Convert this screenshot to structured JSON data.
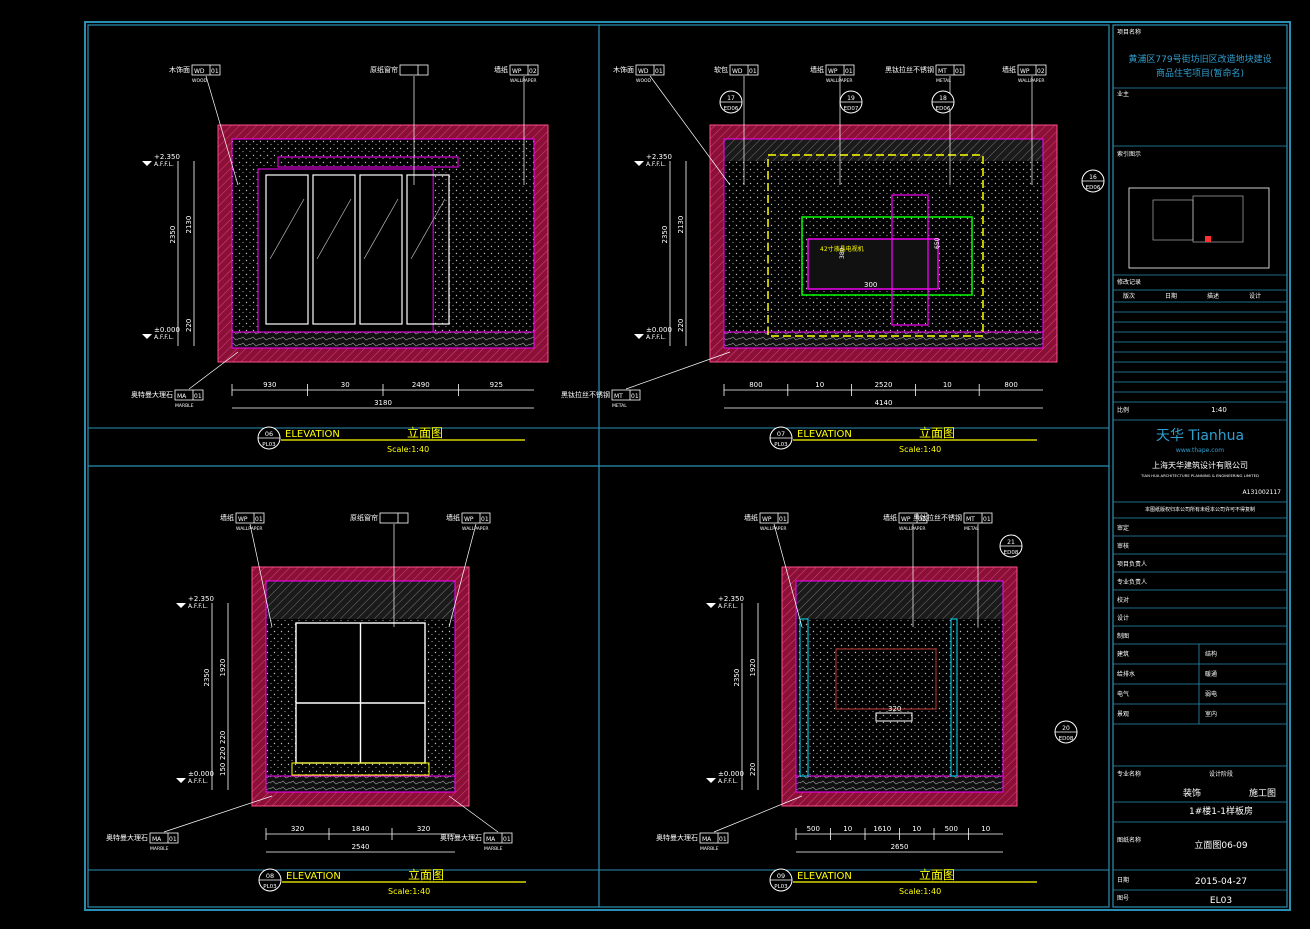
{
  "colors": {
    "background": "#000000",
    "frame": "#2b8fb4",
    "wall_hatch": "#c2185b",
    "dim": "#ffffff",
    "yellow": "#ffff00",
    "green": "#00ff00",
    "magenta": "#ff00ff",
    "cyan": "#00e5ff",
    "title_blue": "#2f9fd0"
  },
  "elevations": [
    {
      "id": "06",
      "sheet": "PL03",
      "title_en": "ELEVATION",
      "title_cn": "立面图",
      "scale": "Scale:1:40",
      "level_top": "+2.350",
      "level_bottom": "±0.000",
      "afl": "A.F.F.L.",
      "widths": [
        "930",
        "30",
        "2490",
        "925"
      ],
      "total_width": "3180",
      "heights": [
        "2350",
        "2130",
        "220"
      ],
      "tags": [
        {
          "code": "WD",
          "num": "01",
          "label": "木饰面",
          "sub": "WOOD"
        },
        {
          "code": "",
          "num": "",
          "label": "原纸窗帘",
          "sub": ""
        },
        {
          "code": "WP",
          "num": "02",
          "label": "墙纸",
          "sub": "WALLPAPER"
        },
        {
          "code": "MA",
          "num": "01",
          "label": "奥特曼大理石",
          "sub": "MARBLE"
        }
      ]
    },
    {
      "id": "07",
      "sheet": "PL03",
      "title_en": "ELEVATION",
      "title_cn": "立面图",
      "scale": "Scale:1:40",
      "level_top": "+2.350",
      "level_bottom": "±0.000",
      "afl": "A.F.F.L.",
      "widths": [
        "800",
        "10",
        "2520",
        "10",
        "800"
      ],
      "total_width": "4140",
      "heights": [
        "2350",
        "2130",
        "220"
      ],
      "inner_dims": [
        "300",
        "380",
        "650"
      ],
      "tags": [
        {
          "code": "WD",
          "num": "01",
          "label": "木饰面",
          "sub": "WOOD"
        },
        {
          "code": "WD",
          "num": "01",
          "label": "软包",
          "sub": ""
        },
        {
          "code": "WP",
          "num": "01",
          "label": "墙纸",
          "sub": "WALLPAPER"
        },
        {
          "code": "MT",
          "num": "01",
          "label": "黑钛拉丝不锈钢",
          "sub": "METAL"
        },
        {
          "code": "WP",
          "num": "02",
          "label": "墙纸",
          "sub": "WALLPAPER"
        },
        {
          "code": "MT",
          "num": "01",
          "label": "黑钛拉丝不锈钢",
          "sub": "METAL"
        }
      ],
      "callouts": [
        {
          "num": "17",
          "ref": "ED06"
        },
        {
          "num": "19",
          "ref": "ED07"
        },
        {
          "num": "18",
          "ref": "ED06"
        },
        {
          "num": "16",
          "ref": "ED06"
        }
      ],
      "note": "42寸液晶电视机"
    },
    {
      "id": "08",
      "sheet": "PL03",
      "title_en": "ELEVATION",
      "title_cn": "立面图",
      "scale": "Scale:1:40",
      "level_top": "+2.350",
      "level_bottom": "±0.000",
      "afl": "A.F.F.L.",
      "widths": [
        "320",
        "1840",
        "320"
      ],
      "total_width": "2540",
      "heights": [
        "2350",
        "1920",
        "150",
        "220",
        "220"
      ],
      "tags": [
        {
          "code": "WP",
          "num": "01",
          "label": "墙纸",
          "sub": "WALLPAPER"
        },
        {
          "code": "",
          "num": "",
          "label": "原纸窗帘",
          "sub": ""
        },
        {
          "code": "WP",
          "num": "01",
          "label": "墙纸",
          "sub": "WALLPAPER"
        },
        {
          "code": "MA",
          "num": "01",
          "label": "奥特曼大理石",
          "sub": "MARBLE"
        },
        {
          "code": "MA",
          "num": "01",
          "label": "奥特曼大理石",
          "sub": "MARBLE"
        }
      ]
    },
    {
      "id": "09",
      "sheet": "PL03",
      "title_en": "ELEVATION",
      "title_cn": "立面图",
      "scale": "Scale:1:40",
      "level_top": "+2.350",
      "level_bottom": "±0.000",
      "afl": "A.F.F.L.",
      "widths": [
        "500",
        "10",
        "1610",
        "10",
        "500",
        "10"
      ],
      "total_width": "2650",
      "heights": [
        "2350",
        "1920",
        "220"
      ],
      "inner_dims": [
        "320"
      ],
      "tags": [
        {
          "code": "WP",
          "num": "01",
          "label": "墙纸",
          "sub": "WALLPAPER"
        },
        {
          "code": "WP",
          "num": "01",
          "label": "墙纸",
          "sub": "WALLPAPER"
        },
        {
          "code": "MT",
          "num": "01",
          "label": "黑钛拉丝不锈钢",
          "sub": "METAL"
        },
        {
          "code": "MA",
          "num": "01",
          "label": "奥特曼大理石",
          "sub": "MARBLE"
        }
      ],
      "callouts": [
        {
          "num": "21",
          "ref": "ED08"
        },
        {
          "num": "20",
          "ref": "ED08"
        }
      ]
    }
  ],
  "title_block": {
    "project_label": "项目名称",
    "project_name_1": "黄浦区779号街坊旧区改造地块建设",
    "project_name_2": "商品住宅项目(暂命名)",
    "client_label": "业主",
    "key_plan_label": "索引图示",
    "revision_label": "修改记录",
    "revision_cols": [
      "版次",
      "日期",
      "描述",
      "设计"
    ],
    "scale_label": "比例",
    "scale_value": "1:40",
    "company_brand": "天华 Tianhua",
    "company_site": "www.thape.com",
    "company_cn": "上海天华建筑设计有限公司",
    "company_en": "TIAN HUA ARCHITECTURE PLANNING & ENGINEERING LIMITED",
    "company_cert": "A131002117",
    "notice": "本图纸版权归本公司所有未经本公司许可不得复制",
    "sign_rows": [
      "审定",
      "审核",
      "项目负责人",
      "专业负责人",
      "校对",
      "设计",
      "制图"
    ],
    "discipline_rows": [
      [
        "建筑",
        "结构"
      ],
      [
        "给排水",
        "暖通"
      ],
      [
        "电气",
        "弱电"
      ],
      [
        "景观",
        "室内"
      ]
    ],
    "stage_labels": [
      "专业名称",
      "设计阶段"
    ],
    "discipline": "装饰",
    "stage": "施工图",
    "drawing_title_label": "图纸名称",
    "drawing_title": "1#楼1-1样板房",
    "drawing_name": "立面图06-09",
    "date_label": "日期",
    "date": "2015-04-27",
    "sheet_label": "图号",
    "sheet_no": "EL03"
  }
}
